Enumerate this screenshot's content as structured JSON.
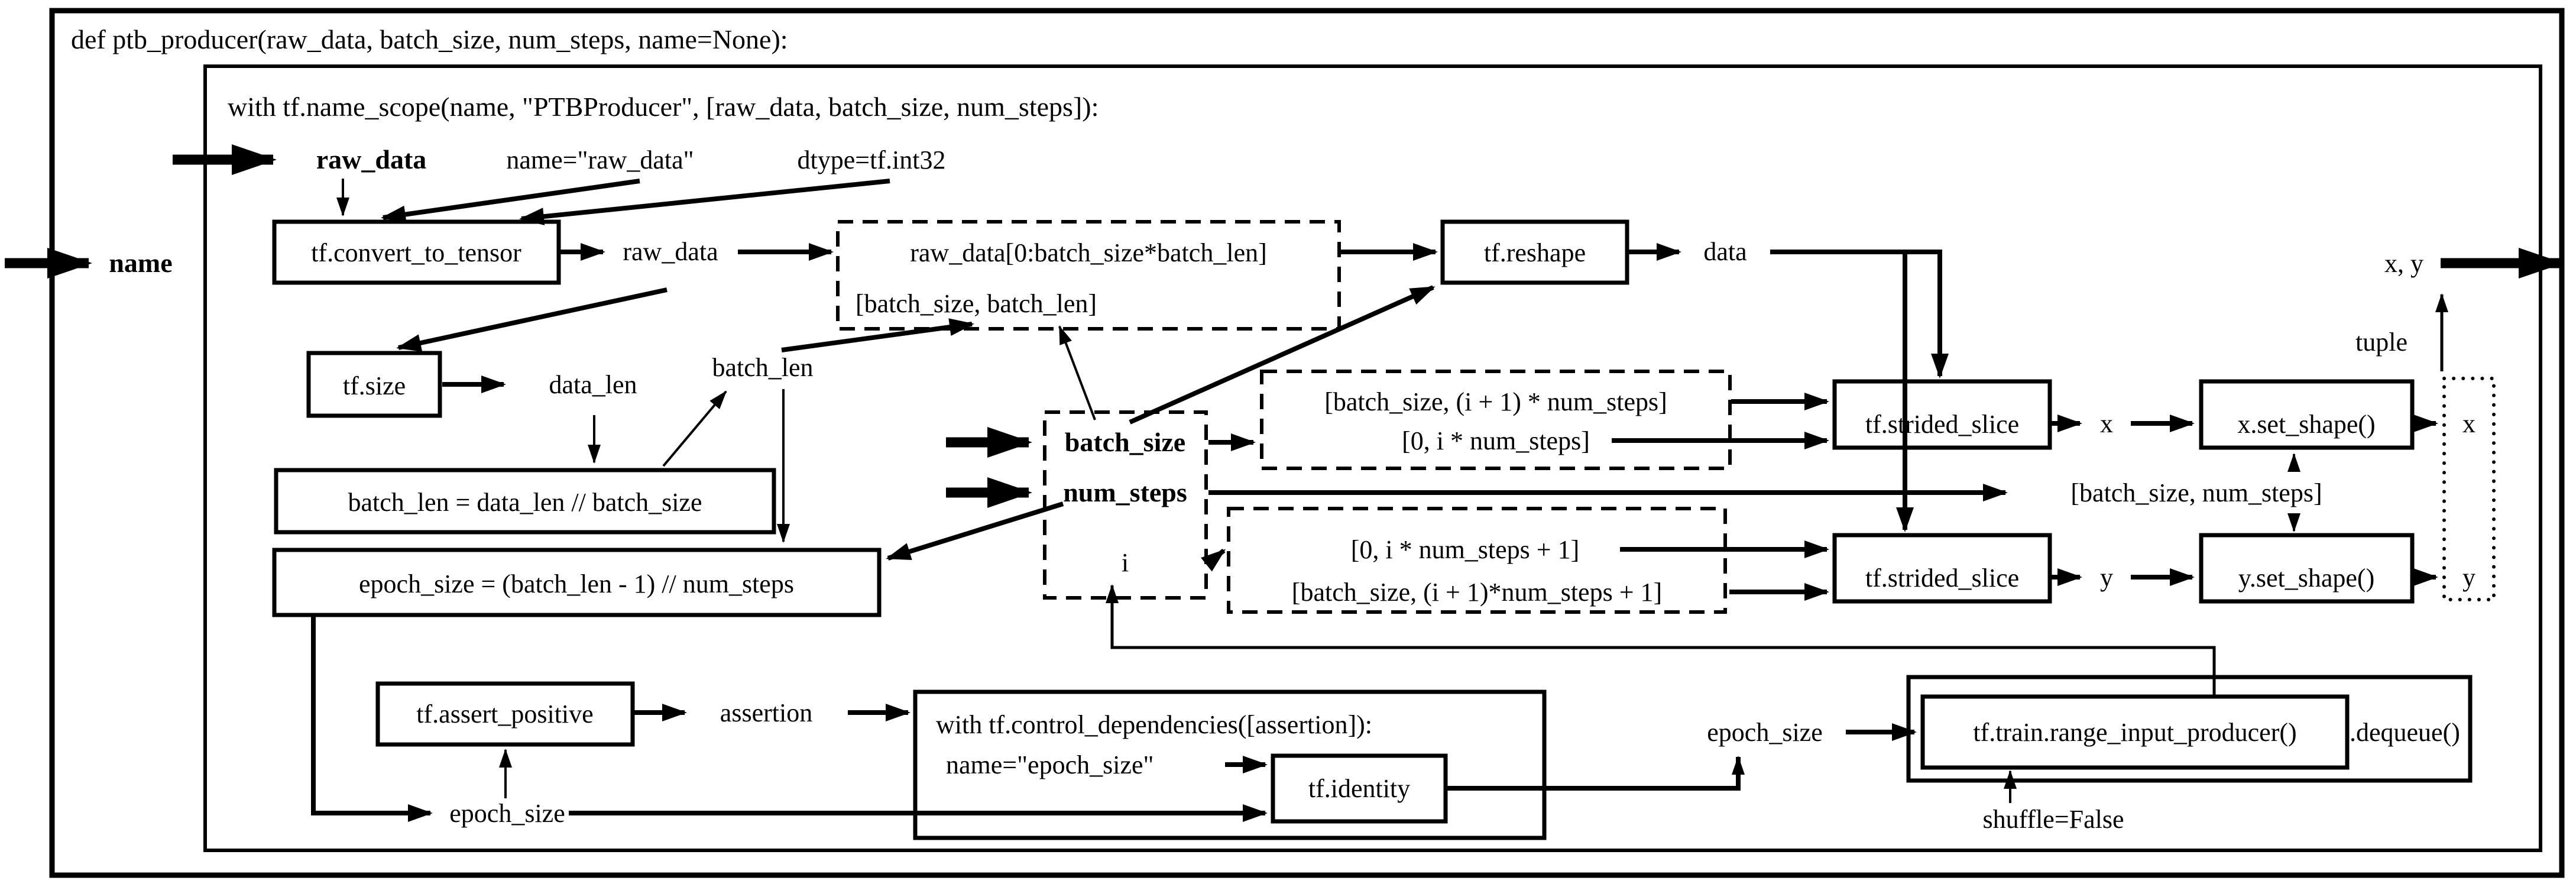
{
  "figure": {
    "def_line": "def ptb_producer(raw_data, batch_size, num_steps, name=None):",
    "scope_line": "with tf.name_scope(name, \"PTBProducer\", [raw_data, batch_size, num_steps]):"
  },
  "inputs": {
    "name": "name",
    "raw_data": "raw_data",
    "batch_size": "batch_size",
    "num_steps": "num_steps"
  },
  "attrs": {
    "tensor_name": "name=\"raw_data\"",
    "dtype": "dtype=tf.int32",
    "epoch_name": "name=\"epoch_size\"",
    "shuffle": "shuffle=False"
  },
  "ops": {
    "convert": "tf.convert_to_tensor",
    "size": "tf.size",
    "reshape": "tf.reshape",
    "strided_slice_x": "tf.strided_slice",
    "strided_slice_y": "tf.strided_slice",
    "set_shape_x": "x.set_shape()",
    "set_shape_y": "y.set_shape()",
    "assert_positive": "tf.assert_positive",
    "identity": "tf.identity",
    "control_dependencies": "with tf.control_dependencies([assertion]):",
    "range_input_producer": "tf.train.range_input_producer()",
    "dequeue": ".dequeue()"
  },
  "exprs": {
    "slice": "raw_data[0:batch_size*batch_len]",
    "slice_shape": "[batch_size, batch_len]",
    "batch_len_eq": "batch_len = data_len // batch_size",
    "epoch_size_eq": "epoch_size = (batch_len - 1) // num_steps",
    "x_begin": "[batch_size, (i + 1) * num_steps]",
    "x_end": "[0, i * num_steps]",
    "y_begin": "[0, i * num_steps + 1]",
    "y_end": "[batch_size, (i + 1)*num_steps + 1]",
    "xy_shape": "[batch_size, num_steps]"
  },
  "vars": {
    "raw_data": "raw_data",
    "data": "data",
    "data_len": "data_len",
    "batch_len": "batch_len",
    "i": "i",
    "x": "x",
    "y": "y",
    "x_out": "x",
    "y_out": "y",
    "xy": "x, y",
    "tuple": "tuple",
    "assertion": "assertion",
    "epoch_size_left": "epoch_size",
    "epoch_size_right": "epoch_size"
  }
}
